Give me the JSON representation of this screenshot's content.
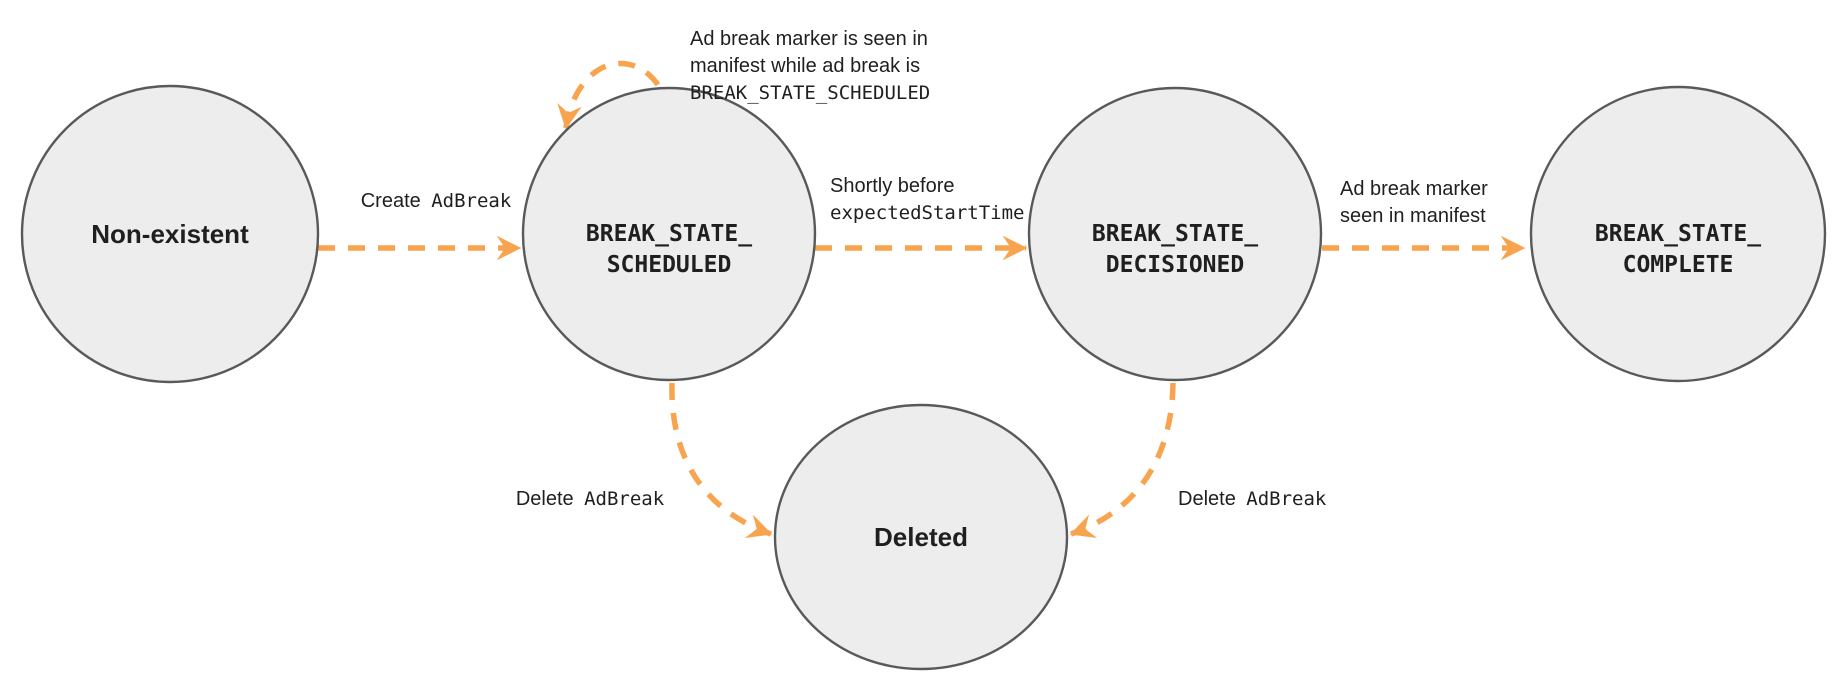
{
  "colors": {
    "arrow_orange": "#F8A44F",
    "state_fill": "#EDEDED",
    "state_border": "#58595B",
    "text_dark": "#1F1F1F"
  },
  "states": {
    "non_existent": {
      "label": "Non-existent"
    },
    "scheduled": {
      "line1": "BREAK_STATE_",
      "line2": "SCHEDULED"
    },
    "decisioned": {
      "line1": "BREAK_STATE_",
      "line2": "DECISIONED"
    },
    "complete": {
      "line1": "BREAK_STATE_",
      "line2": "COMPLETE"
    },
    "deleted": {
      "label": "Deleted"
    }
  },
  "transitions": {
    "create": {
      "prefix": "Create",
      "code": "AdBreak"
    },
    "self_loop": {
      "line1": "Ad break marker is seen in",
      "line2": "manifest while ad break is",
      "code_line": "BREAK_STATE_SCHEDULED"
    },
    "shortly_before": {
      "line1": "Shortly before",
      "code_line": "expectedStartTime"
    },
    "marker_seen": {
      "line1": "Ad break marker",
      "line2": "seen in manifest"
    },
    "delete_left": {
      "prefix": "Delete",
      "code": "AdBreak"
    },
    "delete_right": {
      "prefix": "Delete",
      "code": "AdBreak"
    }
  }
}
